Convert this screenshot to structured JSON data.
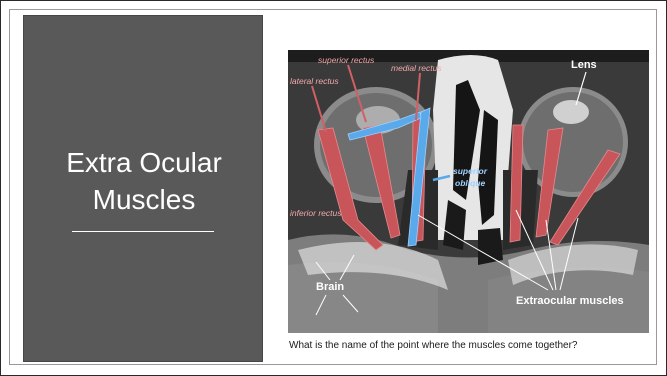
{
  "slide": {
    "title": "Extra Ocular\nMuscles",
    "caption": "What is the name of the point where the muscles come together?"
  },
  "figure": {
    "labels": {
      "superior_rectus": "superior rectus",
      "medial_rectus": "medial rectus",
      "lateral_rectus": "lateral rectus",
      "superior_oblique": "superior oblique",
      "inferior_rectus": "inferior rectus",
      "lens": "Lens",
      "brain": "Brain",
      "extraocular_muscles": "Extraocular muscles"
    },
    "colors": {
      "muscle": "#c8555a",
      "oblique": "#5aa9ea",
      "panel": "#595959"
    }
  }
}
